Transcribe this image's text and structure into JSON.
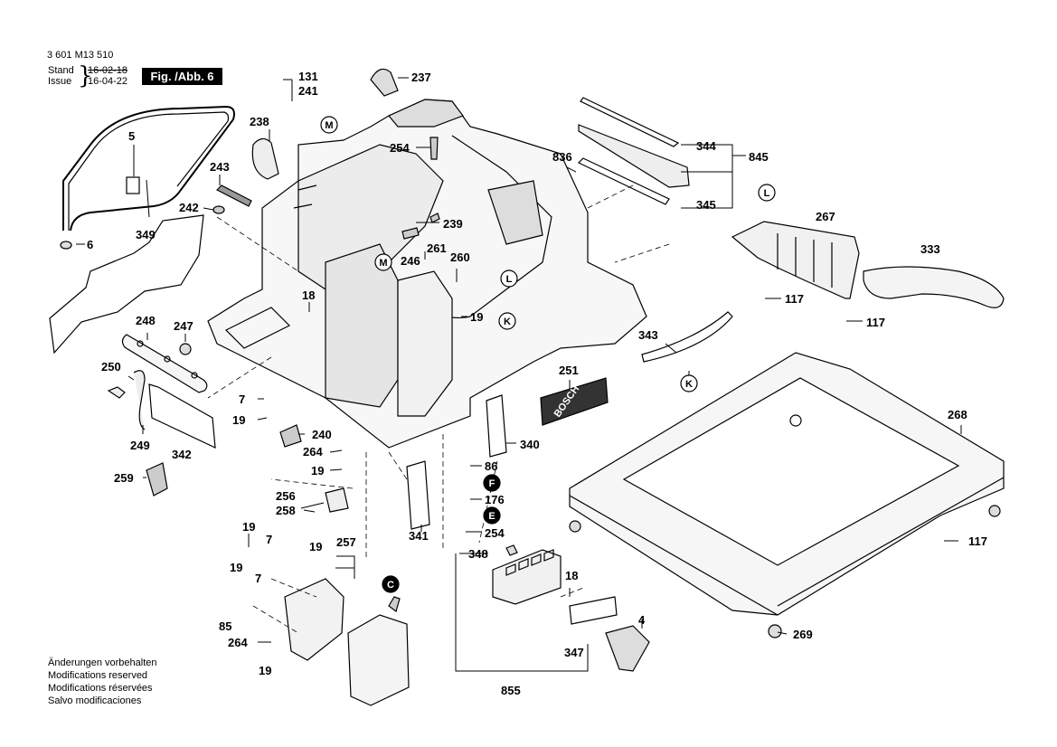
{
  "header": {
    "part_number": "3 601 M13 510",
    "stand_label": "Stand",
    "issue_label": "Issue",
    "stand_date": "16-02-18",
    "issue_date": "16-04-22",
    "figure_label": "Fig. /Abb. 6"
  },
  "footer": {
    "notes": [
      "Änderungen vorbehalten",
      "Modifications reserved",
      "Modifications réservées",
      "Salvo modificaciones"
    ]
  },
  "part_labels": [
    "5",
    "6",
    "349",
    "243",
    "242",
    "238",
    "131",
    "241",
    "237",
    "254",
    "239",
    "246",
    "261",
    "260",
    "18",
    "19",
    "248",
    "247",
    "250",
    "249",
    "342",
    "7",
    "19",
    "240",
    "264",
    "19",
    "259",
    "836",
    "344",
    "845",
    "345",
    "267",
    "333",
    "117",
    "117",
    "343",
    "251",
    "268",
    "340",
    "86",
    "176",
    "254",
    "341",
    "256",
    "258",
    "19",
    "7",
    "19",
    "257",
    "19",
    "7",
    "85",
    "264",
    "19",
    "348",
    "18",
    "4",
    "347",
    "855",
    "117",
    "269"
  ],
  "callouts": [
    "M",
    "M",
    "L",
    "L",
    "K",
    "K",
    "F",
    "E",
    "C"
  ],
  "brand_logo_text": "BOSCH"
}
